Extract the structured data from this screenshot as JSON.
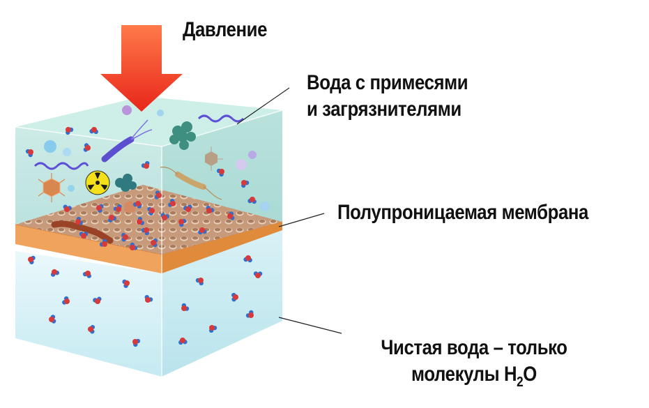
{
  "labels": {
    "pressure": "Давление",
    "dirty_line1": "Вода с примесями",
    "dirty_line2": "и загрязнителями",
    "membrane": "Полупроницаемая мембрана",
    "clean_line1": "Чистая вода – только",
    "clean_line2_prefix": "молекулы Н",
    "clean_line2_sub": "2",
    "clean_line2_suffix": "О"
  },
  "icons": [
    "pressure-arrow-icon",
    "radiation-icon",
    "bacteria-icon",
    "virus-icon",
    "water-molecule-icon",
    "ion-icon"
  ],
  "colors": {
    "arrow": "#f03a22",
    "dirty_water": "#bfe6e2",
    "clean_water": "#d7f1f6",
    "membrane_top": "#c99a78",
    "membrane_edge": "#f0a35c",
    "oxygen": "#d73a3a",
    "hydrogen": "#2f6fd0"
  }
}
